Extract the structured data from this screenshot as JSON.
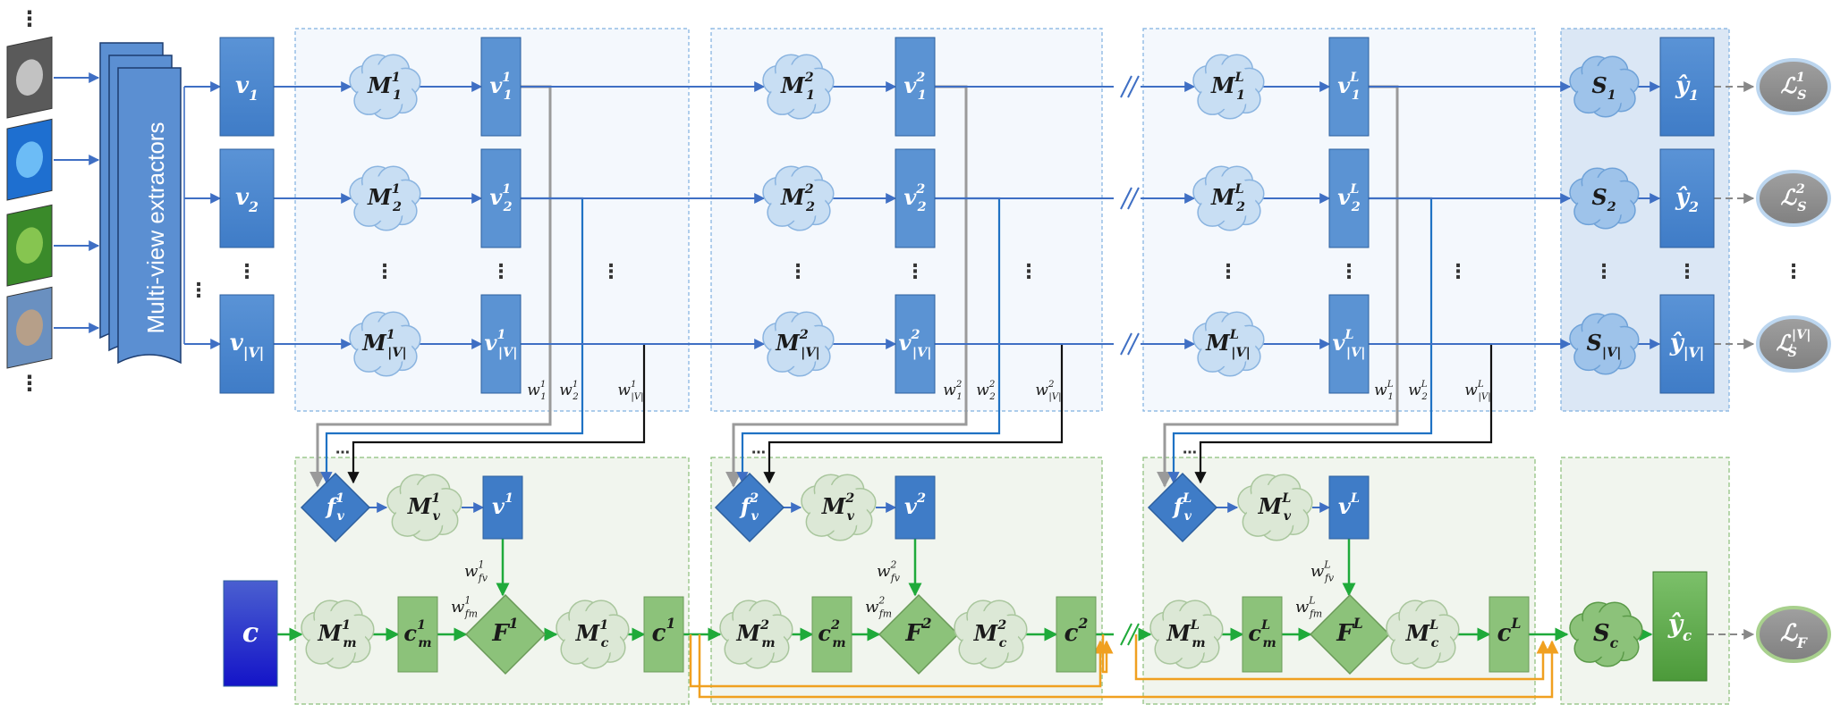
{
  "extractor": {
    "label": "Multi-view extractors"
  },
  "input_views": [
    "v_1",
    "v_2",
    "v_|V|"
  ],
  "view_stages": [
    {
      "clouds": [
        "M_1^1",
        "M_2^1",
        "M_|V|^1"
      ],
      "outs": [
        "v_1^1",
        "v_2^1",
        "v_|V|^1"
      ],
      "weights": [
        "w_1^1",
        "w_2^1",
        "w_|V|^1"
      ]
    },
    {
      "clouds": [
        "M_1^2",
        "M_2^2",
        "M_|V|^2"
      ],
      "outs": [
        "v_1^2",
        "v_2^2",
        "v_|V|^2"
      ],
      "weights": [
        "w_1^2",
        "w_2^2",
        "w_|V|^2"
      ]
    },
    {
      "clouds": [
        "M_1^L",
        "M_2^L",
        "M_|V|^L"
      ],
      "outs": [
        "v_1^L",
        "v_2^L",
        "v_|V|^L"
      ],
      "weights": [
        "w_1^L",
        "w_2^L",
        "w_|V|^L"
      ]
    }
  ],
  "specific": {
    "clouds": [
      "S_1",
      "S_2",
      "S_|V|"
    ],
    "outs": [
      "ŷ_1",
      "ŷ_2",
      "ŷ_|V|"
    ],
    "losses": [
      "ℒ_S^1",
      "ℒ_S^2",
      "ℒ_S^|V|"
    ]
  },
  "fusion_stages": [
    {
      "fv": "f_v^1",
      "mv": "M_v^1",
      "v": "v^1",
      "wfv": "w_fv^1",
      "mm": "M_m^1",
      "cm": "c_m^1",
      "wfm": "w_fm^1",
      "F": "F^1",
      "mc": "M_c^1",
      "c": "c^1"
    },
    {
      "fv": "f_v^2",
      "mv": "M_v^2",
      "v": "v^2",
      "wfv": "w_fv^2",
      "mm": "M_m^2",
      "cm": "c_m^2",
      "wfm": "w_fm^2",
      "F": "F^2",
      "mc": "M_c^2",
      "c": "c^2"
    },
    {
      "fv": "f_v^L",
      "mv": "M_v^L",
      "v": "v^L",
      "wfv": "w_fv^L",
      "mm": "M_m^L",
      "cm": "c_m^L",
      "wfm": "w_fm^L",
      "F": "F^L",
      "mc": "M_c^L",
      "c": "c^L"
    }
  ],
  "common": {
    "input": "c",
    "cloud": "S_c",
    "out": "ŷ_c",
    "loss": "ℒ_F"
  },
  "dots": {
    "v": "⋮",
    "h": "…"
  },
  "colors": {
    "view_blue": "#3f7cc7",
    "fusion_green": "#7cb86a",
    "arrow_green": "#1faa3a",
    "skip_orange": "#f0a020",
    "gray": "#9a9a9a"
  }
}
